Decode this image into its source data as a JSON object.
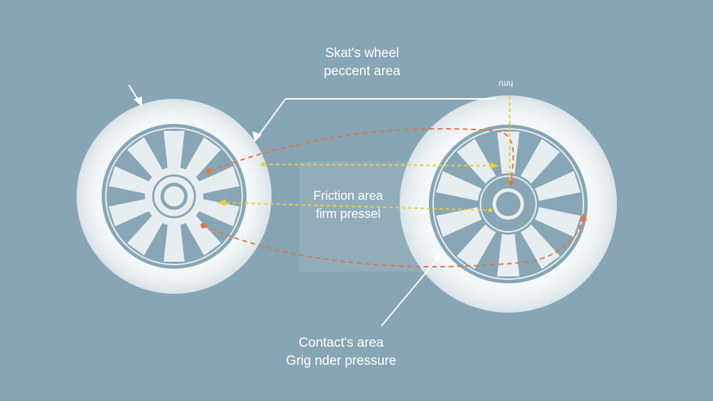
{
  "labels": {
    "top_line1": "Skat's wheel",
    "top_line2": "peccent area",
    "middle_line1": "Friction area",
    "middle_line2": "firm pressel",
    "bottom_line1": "Contact's area",
    "bottom_line2": "Grig nder pressure",
    "small_mark": "ɾɯɥ"
  },
  "colors": {
    "background": "#87a5b4",
    "wheel": "#eef3f5",
    "arrow_orange": "#e0764a",
    "arrow_yellow": "#e9cf3a",
    "pointer": "#ffffff"
  }
}
